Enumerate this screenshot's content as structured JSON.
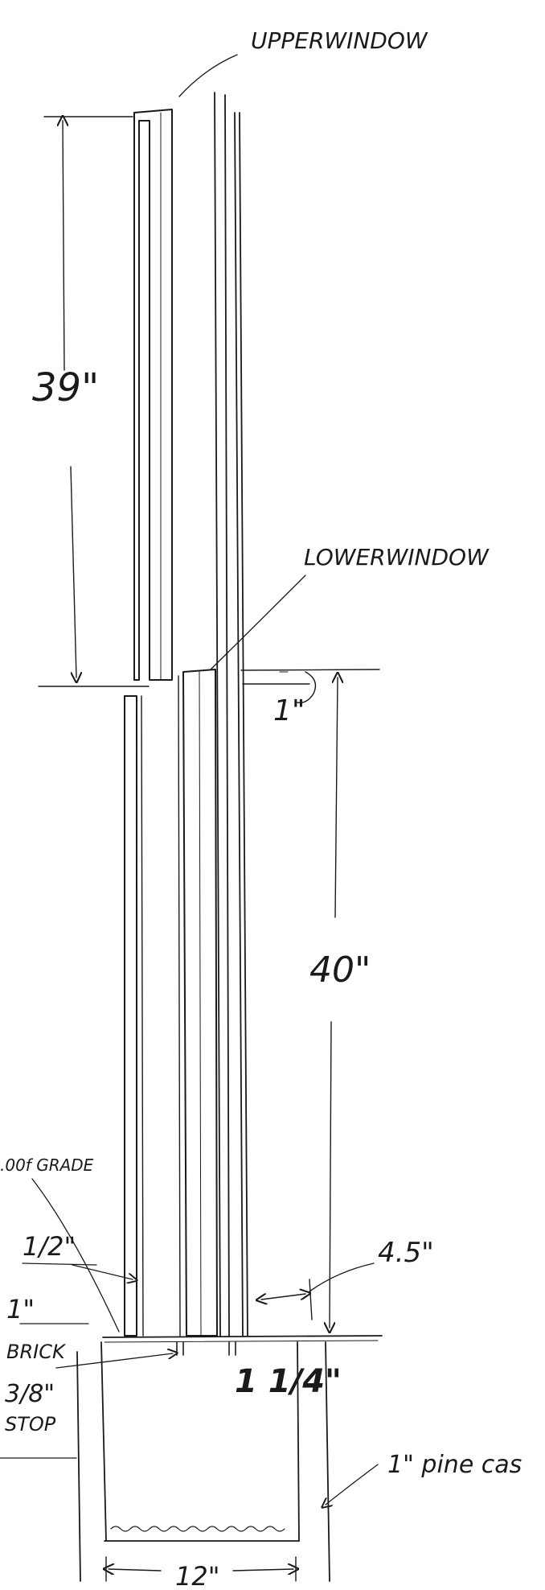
{
  "labels": {
    "upper_window": "UPPERWINDOW",
    "lower_window": "LOWERWINDOW",
    "dim_39": "39\"",
    "dim_40": "40\"",
    "dim_1_top": "1\"",
    "dim_4_5": "4.5\"",
    "of_grade": ".00f GRADE",
    "dim_half": "1/2\"",
    "dim_1_brick": "1\"",
    "brick": "BRICK",
    "three_eighths": "3/8\"",
    "stop": "STOP",
    "one_quarter": "1 1/4\"",
    "pine_case": "1\" pine cas",
    "dim_12": "12\""
  },
  "colors": {
    "ink": "#1a1a1a",
    "paper": "#ffffff"
  }
}
